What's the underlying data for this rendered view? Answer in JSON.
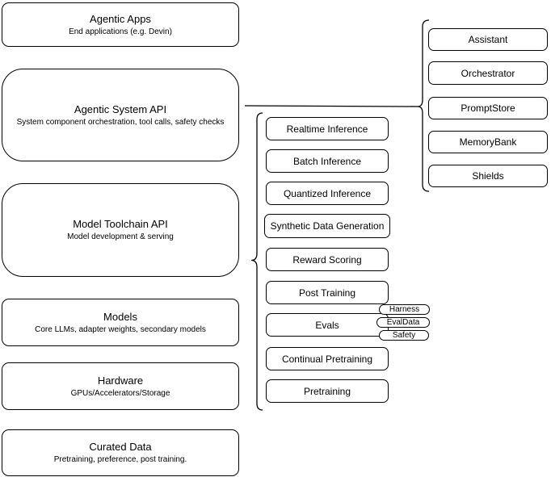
{
  "stack": {
    "layers": [
      {
        "title": "Agentic Apps",
        "subtitle": "End applications (e.g. Devin)"
      },
      {
        "title": "Agentic System API",
        "subtitle": "System component orchestration, tool calls, safety checks"
      },
      {
        "title": "Model Toolchain API",
        "subtitle": "Model development & serving"
      },
      {
        "title": "Models",
        "subtitle": "Core LLMs, adapter weights, secondary models"
      },
      {
        "title": "Hardware",
        "subtitle": "GPUs/Accelerators/Storage"
      },
      {
        "title": "Curated Data",
        "subtitle": "Pretraining, preference, post training."
      }
    ]
  },
  "toolchain": {
    "items": [
      "Realtime Inference",
      "Batch Inference",
      "Quantized Inference",
      "Synthetic Data Generation",
      "Reward Scoring",
      "Post Training",
      "Evals",
      "Continual Pretraining",
      "Pretraining"
    ]
  },
  "evals": {
    "tags": [
      "Harness",
      "EvalData",
      "Safety"
    ]
  },
  "agentic": {
    "components": [
      "Assistant",
      "Orchestrator",
      "PromptStore",
      "MemoryBank",
      "Shields"
    ]
  },
  "colors": {
    "stroke": "#000000",
    "fill": "#ffffff",
    "text": "#000000"
  }
}
